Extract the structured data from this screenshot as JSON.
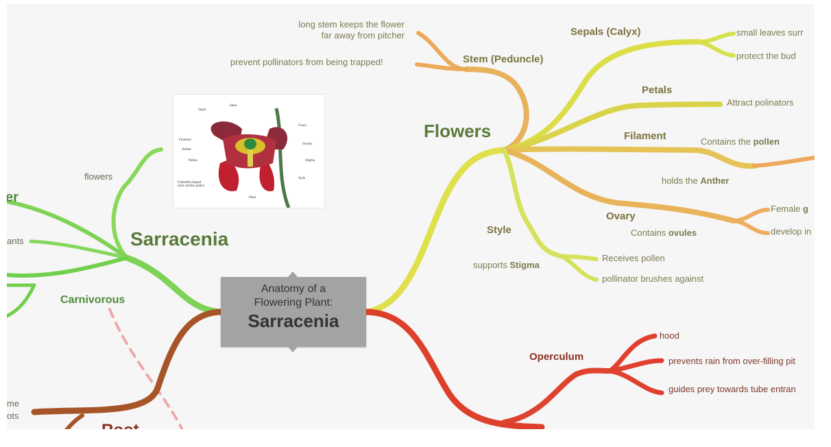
{
  "central": {
    "line1": "Anatomy of a",
    "line2": "Flowering Plant:",
    "title": "Sarracenia"
  },
  "left": {
    "sarracenia": "Sarracenia",
    "flowers": "flowers",
    "cut_top": "er",
    "cut_mid": "ants",
    "carnivorous": "Carnivorous",
    "cut_me": "me",
    "cut_ots": "ots",
    "cut_bottom": "Root"
  },
  "flowers_branch": {
    "title": "Flowers",
    "stem": "Stem (Peduncle)",
    "stem_note1_line1": "long stem keeps the flower",
    "stem_note1_line2": "far away from pitcher",
    "stem_note2": "prevent pollinators from being trapped!",
    "sepals": "Sepals (Calyx)",
    "sepals_note1": "small leaves surr",
    "sepals_note2": "protect the bud",
    "petals": "Petals",
    "petals_note": "Attract polinators",
    "filament": "Filament",
    "filament_note_pre": "Contains the ",
    "filament_note_bold": "pollen",
    "anther_pre": "holds the ",
    "anther_bold": "Anther",
    "ovary": "Ovary",
    "ovary_note_pre": "Contains ",
    "ovary_note_bold": "ovules",
    "ovary_leaf1_pre": "Female ",
    "ovary_leaf1_bold": "g",
    "ovary_leaf2": "develop in",
    "style": "Style",
    "style_note_pre": "supports ",
    "style_note_bold": "Stigma",
    "style_leaf1": "Receives pollen",
    "style_leaf2": "pollinator brushes against"
  },
  "pitcher_branch": {
    "operculum": "Operculum",
    "leaf1": "hood",
    "leaf2": "prevents rain from over-filling pit",
    "leaf3": "guides prey towards tube entran"
  },
  "image_labels": [
    "Sepal",
    "Stem",
    "Filament",
    "Anther",
    "Pollen",
    "Umbrella-shaped style catches pollen",
    "Ovules",
    "Stigma",
    "Petal",
    "Style",
    "Ovary"
  ],
  "colors": {
    "green": "#7ed356",
    "yellow": "#dfe04a",
    "orange": "#eab060",
    "red": "#dd3f2b",
    "brown": "#a65528",
    "central_box": "#a3a3a3",
    "dashed": "#f0a8a8"
  }
}
